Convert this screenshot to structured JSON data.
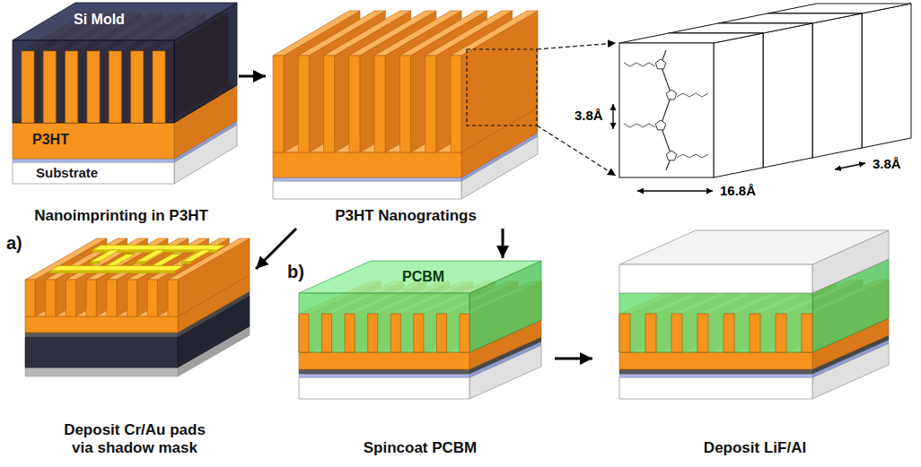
{
  "diagram": {
    "nodes": [
      {
        "text": [
          "Nanoimprinting in P3HT"
        ]
      },
      {
        "text": [
          "P3HT Nanogratings"
        ]
      },
      {
        "text": [
          "a)",
          "Deposit Cr/Au pads via shadow mask"
        ]
      },
      {
        "text": [
          "b)",
          "Spincoat PCBM"
        ]
      },
      {
        "text": [
          "Deposit LiF/Al"
        ]
      }
    ],
    "edges": [
      {
        "from": 0,
        "to": 1,
        "arrow": "to"
      },
      {
        "from": 1,
        "to": 2,
        "arrow": "to"
      },
      {
        "from": 1,
        "to": 3,
        "arrow": "to"
      },
      {
        "from": 3,
        "to": 4,
        "arrow": "to"
      }
    ],
    "labels": [
      "Si Mold",
      "P3HT",
      "Substrate",
      "3.8Å",
      "3.8Å",
      "16.8Å",
      "PCBM"
    ]
  }
}
